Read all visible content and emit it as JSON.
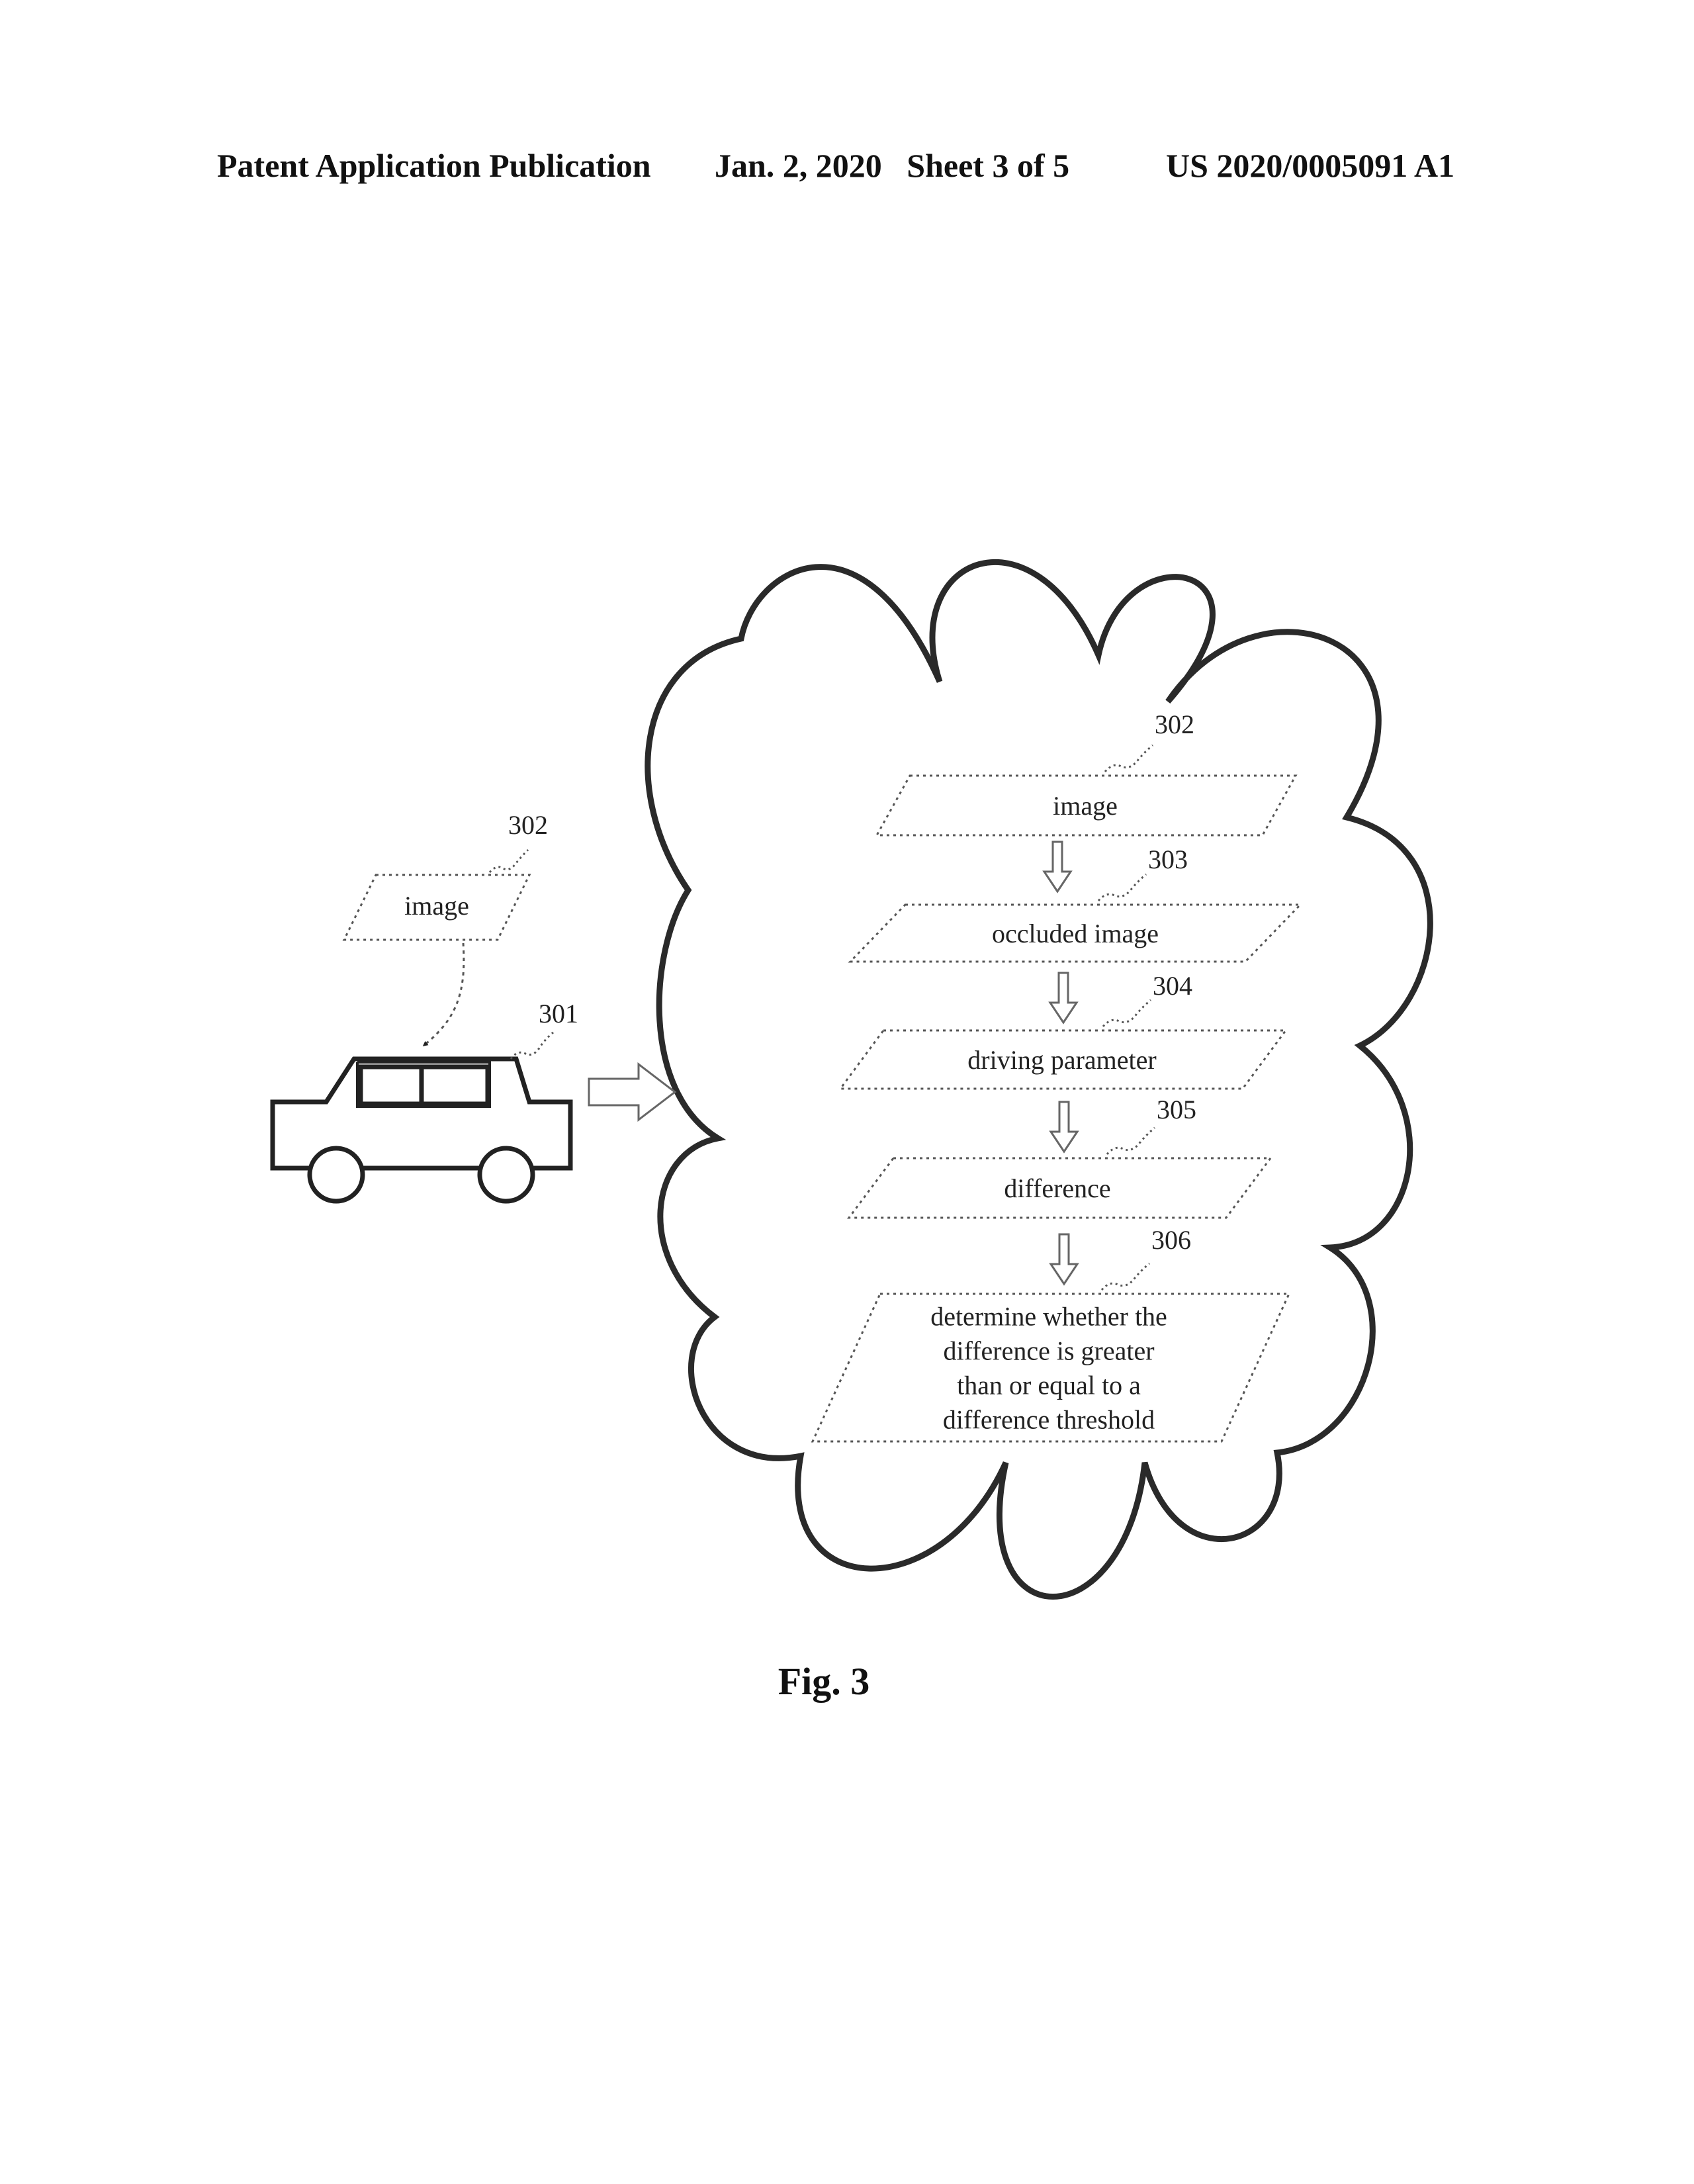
{
  "header": {
    "publication": "Patent Application Publication",
    "date_sheet": "Jan. 2, 2020   Sheet 3 of 5",
    "patent_number": "US 2020/0005091 A1"
  },
  "figure": {
    "caption": "Fig. 3"
  },
  "vehicle": {
    "ref": "301",
    "image_box": {
      "ref": "302",
      "label": "image"
    }
  },
  "cloud_flow": [
    {
      "ref": "302",
      "lines": [
        "image"
      ]
    },
    {
      "ref": "303",
      "lines": [
        "occluded image"
      ]
    },
    {
      "ref": "304",
      "lines": [
        "driving parameter"
      ]
    },
    {
      "ref": "305",
      "lines": [
        "difference"
      ]
    },
    {
      "ref": "306",
      "lines": [
        "determine whether the",
        "difference is greater",
        "than or equal to a",
        "difference threshold"
      ]
    }
  ],
  "colors": {
    "ink": "#222222",
    "dotted_line": "#555555"
  }
}
